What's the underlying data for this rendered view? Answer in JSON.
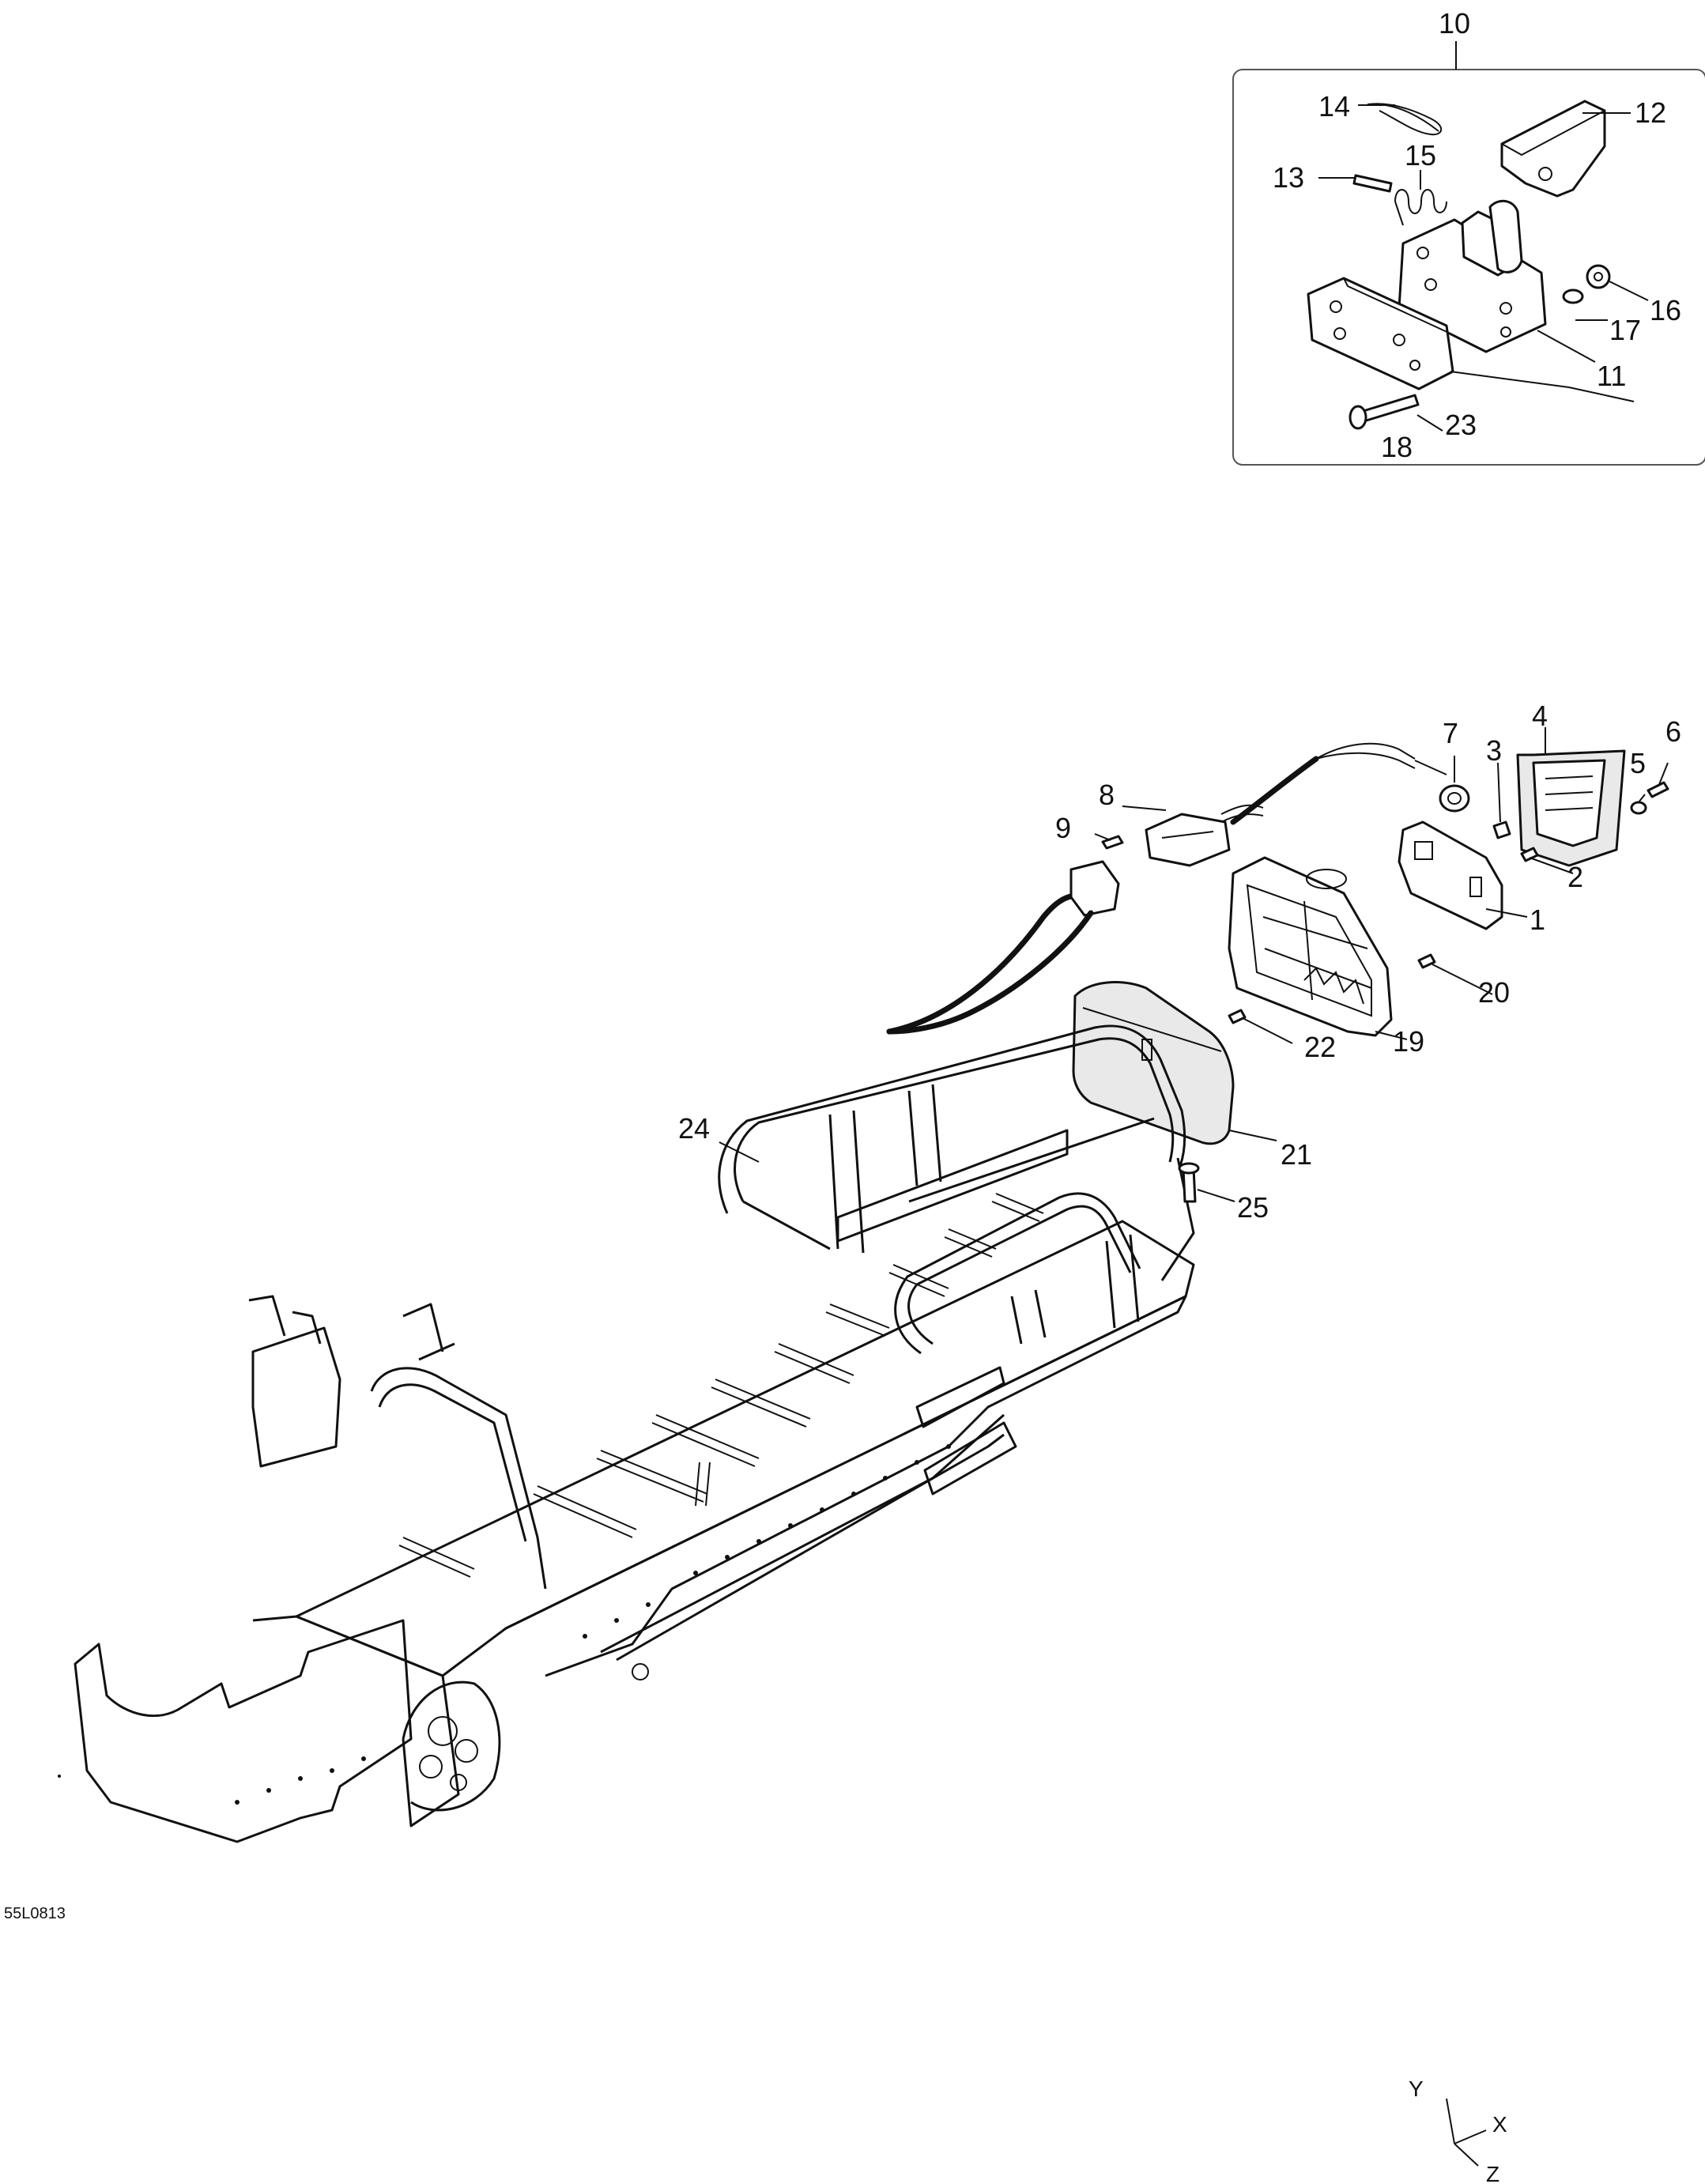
{
  "figure_code": "55L0813",
  "callouts": {
    "c1": "1",
    "c2": "2",
    "c3": "3",
    "c4": "4",
    "c5": "5",
    "c6": "6",
    "c7": "7",
    "c8": "8",
    "c9": "9",
    "c10": "10",
    "c11": "11",
    "c12": "12",
    "c13": "13",
    "c14": "14",
    "c15": "15",
    "c16": "16",
    "c17": "17",
    "c18": "18",
    "c19": "19",
    "c20": "20",
    "c21": "21",
    "c22": "22",
    "c23": "23",
    "c24": "24",
    "c25": "25"
  },
  "axes": {
    "y": "Y",
    "x": "X",
    "z": "Z"
  }
}
